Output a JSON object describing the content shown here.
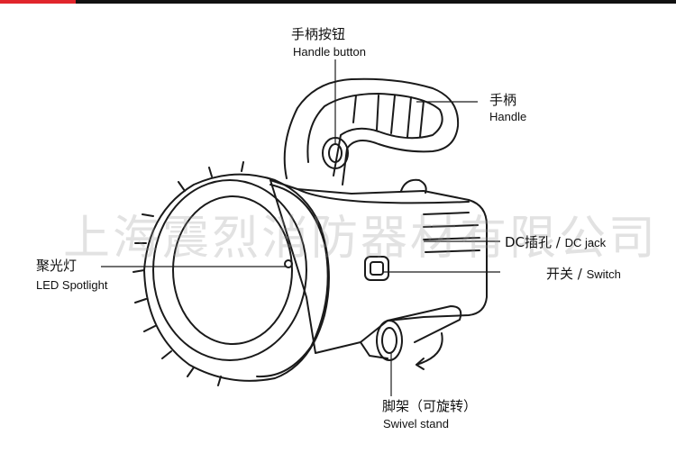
{
  "labels": {
    "handle_button": {
      "zh": "手柄按钮",
      "en": "Handle button"
    },
    "handle": {
      "zh": "手柄",
      "en": "Handle"
    },
    "dc_jack": {
      "zh": "DC插孔",
      "sep": " / ",
      "en": "DC jack"
    },
    "switch": {
      "zh": "开关",
      "sep": " / ",
      "en": "Switch"
    },
    "spotlight": {
      "zh": "聚光灯",
      "en": "LED Spotlight"
    },
    "stand": {
      "zh": "脚架（可旋转）",
      "en": "Swivel stand"
    }
  },
  "watermark": "上海震烈消防器材有限公司",
  "colors": {
    "top_bar": "#111111",
    "top_bar_accent": "#e1252c",
    "line_art": "#1a1a1a"
  }
}
